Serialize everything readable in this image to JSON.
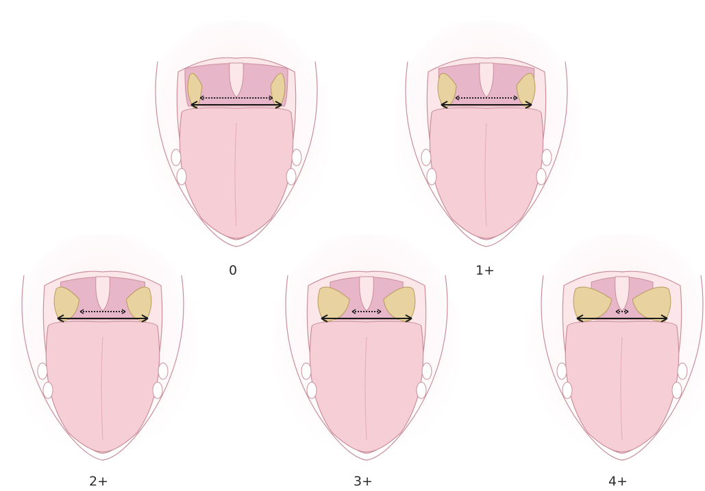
{
  "panels": [
    {
      "grade": "0",
      "tonsil_fraction": 0.12
    },
    {
      "grade": "1+",
      "tonsil_fraction": 0.25
    },
    {
      "grade": "2+",
      "tonsil_fraction": 0.45
    },
    {
      "grade": "3+",
      "tonsil_fraction": 0.65
    },
    {
      "grade": "4+",
      "tonsil_fraction": 0.85
    }
  ],
  "colors": {
    "mouth_outline": "#c98e9b",
    "mouth_fill": "#fbe6ea",
    "tongue": "#f6cfd6",
    "pharynx": "#e7b6c9",
    "tonsil": "#e8d2a0",
    "arrow": "#1a1a1a"
  }
}
